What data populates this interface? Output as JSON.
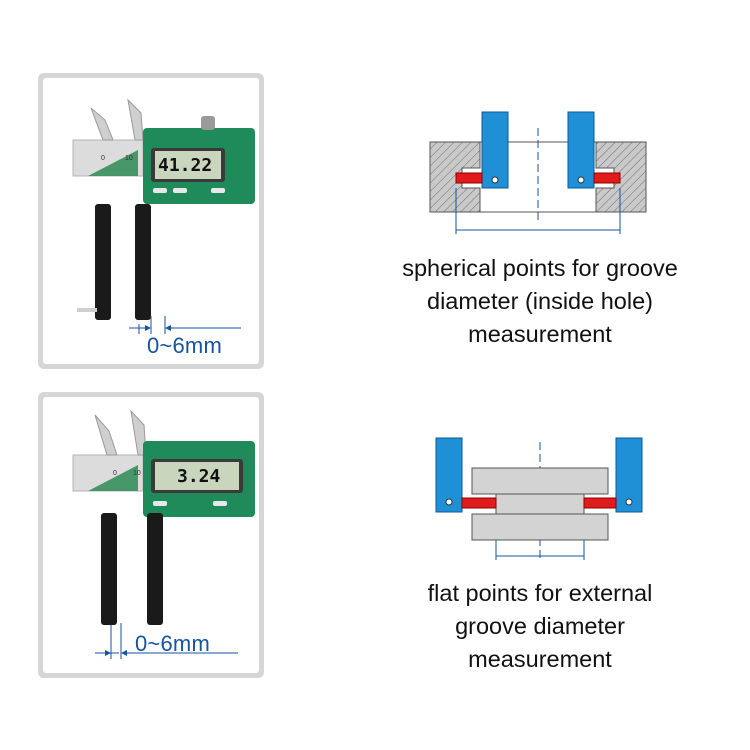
{
  "panels": [
    {
      "display_reading": "41.22",
      "range_label": "0~6mm",
      "caption_lines": [
        "spherical points for groove",
        "diameter (inside hole)",
        "measurement"
      ]
    },
    {
      "display_reading": "3.24",
      "range_label": "0~6mm",
      "caption_lines": [
        "flat points for external",
        "groove diameter",
        "measurement"
      ]
    }
  ],
  "colors": {
    "caliper_green": "#1f8a5a",
    "lcd": "#c9d6bd",
    "jaw_blue": "#1f8fd6",
    "contact_red": "#e11b1b",
    "dimension_blue": "#1553a3",
    "hatch_gray": "#bdbdbd"
  },
  "icons": [
    "caliper-photo",
    "groove-inside-diagram",
    "groove-external-diagram"
  ]
}
